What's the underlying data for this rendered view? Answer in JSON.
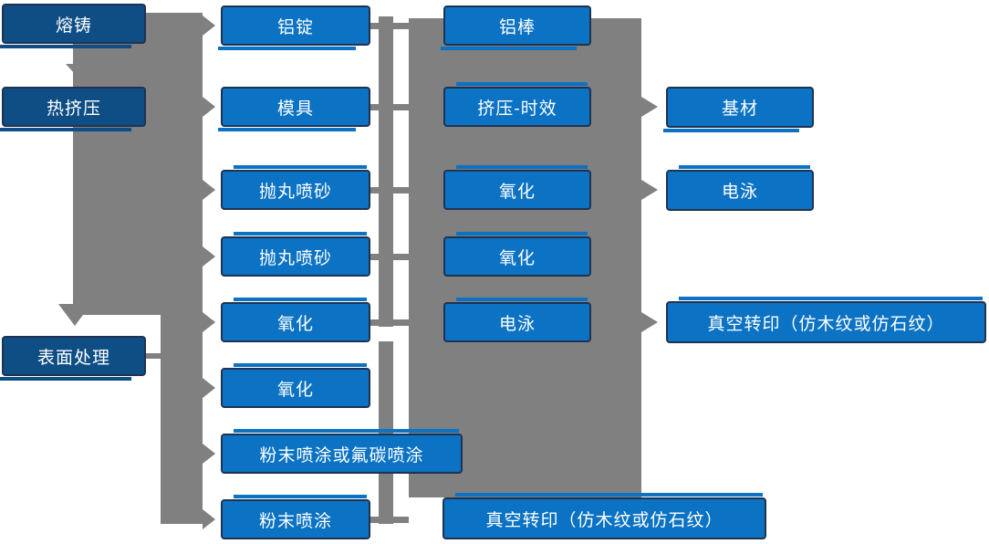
{
  "diagram": {
    "title": "aluminum-profile-process-flowchart",
    "columns": {
      "col1": [
        "熔铸",
        "热挤压",
        "表面处理"
      ],
      "col2": [
        "铝锭",
        "模具",
        "抛丸喷砂",
        "抛丸喷砂",
        "氧化",
        "氧化",
        "粉末喷涂或氟碳喷涂",
        "粉末喷涂"
      ],
      "col3": [
        "铝棒",
        "挤压-时效",
        "氧化",
        "氧化",
        "电泳",
        "真空转印（仿木纹或仿石纹）"
      ],
      "col4": [
        "基材",
        "电泳",
        "真空转印（仿木纹或仿石纹）"
      ]
    },
    "colors": {
      "node_blue": "#0b72c4",
      "node_dark_blue": "#0e4e85",
      "node_border": "#1f3350",
      "connector_gray": "#808080",
      "text": "#ffffff"
    }
  }
}
